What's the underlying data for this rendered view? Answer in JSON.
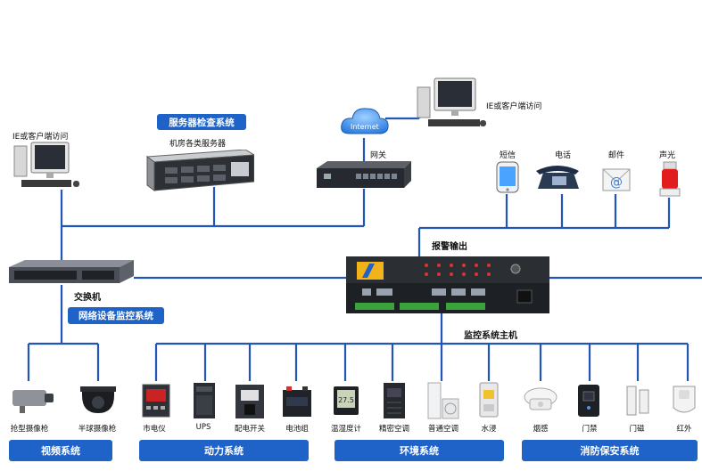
{
  "top": {
    "ie_left": "IE或客户端访问",
    "ie_right": "IE或客户端访问",
    "server_title": "服务器检查系统",
    "server_sub": "机房各类服务器",
    "internet": "Internet",
    "gateway": "网关",
    "alarm_items": [
      "短信",
      "电话",
      "邮件",
      "声光"
    ],
    "alarm_output": "报警输出"
  },
  "middle": {
    "switch_label": "交换机",
    "network_system": "网络设备监控系统",
    "host_label": "监控系统主机"
  },
  "bottom_devices": [
    "抢型摄像枪",
    "半球摄像枪",
    "市电仪",
    "UPS",
    "配电开关",
    "电池组",
    "温湿度计",
    "精密空调",
    "普通空调",
    "水浸",
    "烟感",
    "门禁",
    "门磁",
    "红外"
  ],
  "systems": [
    "视频系统",
    "动力系统",
    "环境系统",
    "消防保安系统"
  ],
  "colors": {
    "line": "#2255b8",
    "pill": "#1f63c8"
  }
}
